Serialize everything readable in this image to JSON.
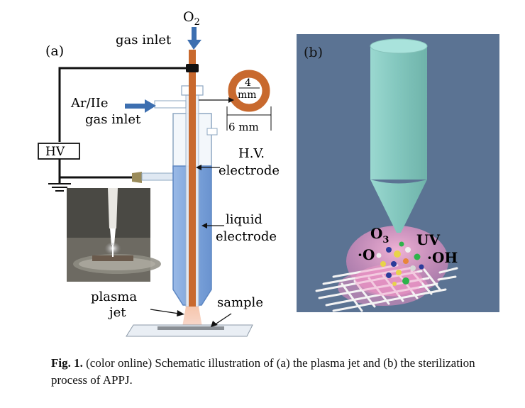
{
  "panel_a": {
    "label": "(a)",
    "o2_main": "O",
    "o2_sub": "2",
    "gas_inlet_top": "gas inlet",
    "ar_he_label": "Ar/IIe",
    "gas_inlet_side": "gas inlet",
    "hv_box": "HV",
    "ring_inner": "4",
    "ring_inner_unit": "mm",
    "ring_outer": "6 mm",
    "hv_electrode_1": "H.V.",
    "hv_electrode_2": "electrode",
    "liquid_1": "liquid",
    "liquid_2": "electrode",
    "plasma_1": "plasma",
    "plasma_2": "jet",
    "sample": "sample"
  },
  "panel_b": {
    "label": "(b)",
    "o3_main": "O",
    "o3_sub": "3",
    "uv": "UV",
    "o_radical": "·O",
    "oh_radical": "·OH"
  },
  "caption": {
    "fig_label": "Fig. 1.",
    "text": " (color online) Schematic illustration of (a) the plasma jet and (b) the sterilization process of APPJ."
  },
  "colors": {
    "electrode": "#c8692e",
    "tube_blue": "#7fa6dd",
    "arrow_blue": "#3d6fb0",
    "panel_b_bg": "#5b7393",
    "cone": "#8fcfc7",
    "plasma_pink": "#f29ac8"
  }
}
